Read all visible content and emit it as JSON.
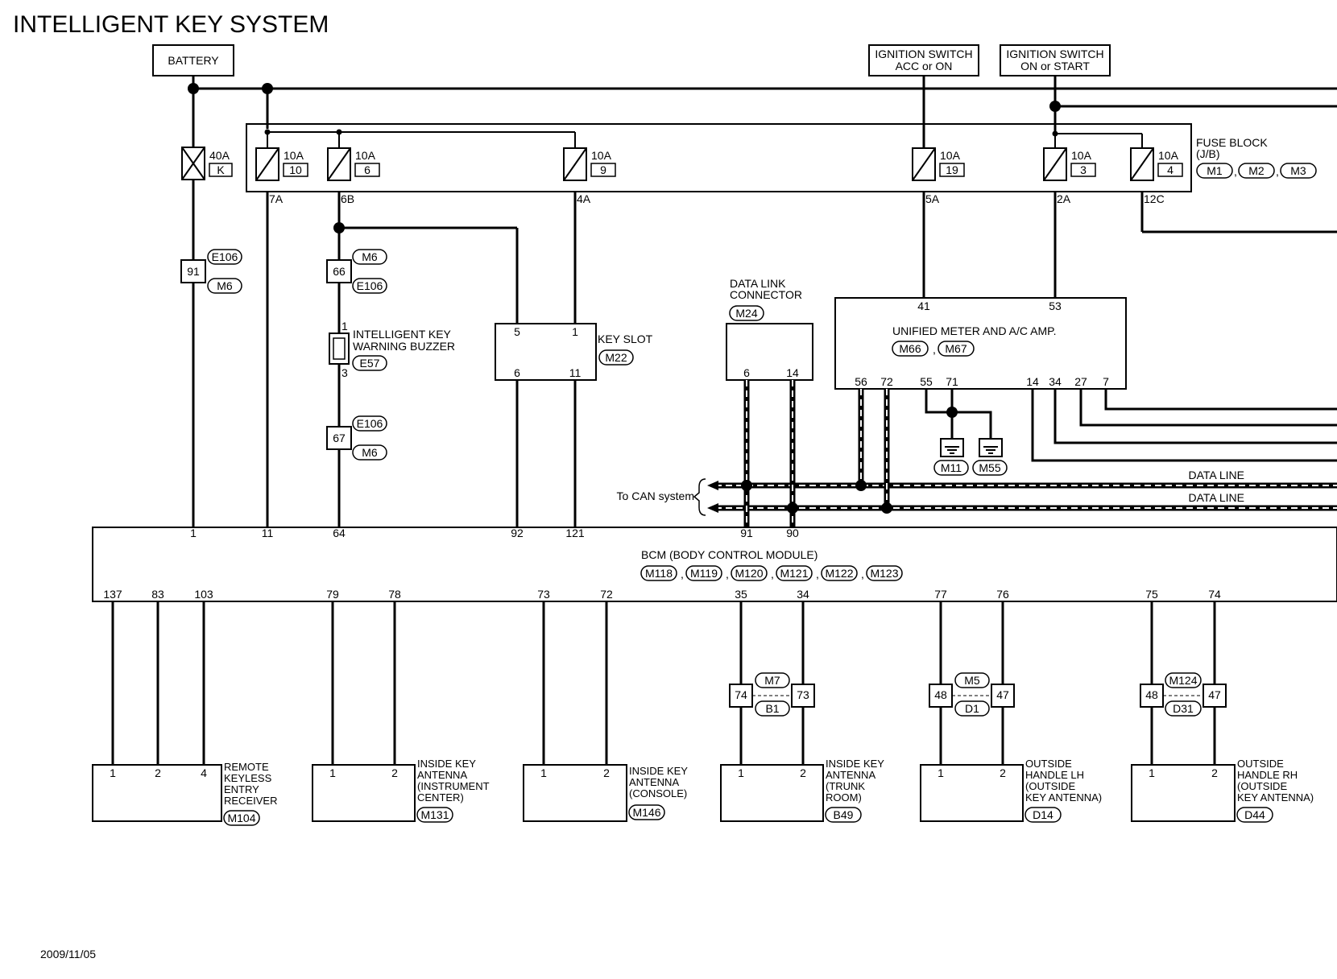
{
  "title": "INTELLIGENT KEY SYSTEM",
  "date": "2009/11/05",
  "sources": {
    "battery": "BATTERY",
    "ign_acc": [
      "IGNITION SWITCH",
      "ACC or ON"
    ],
    "ign_on": [
      "IGNITION SWITCH",
      "ON or START"
    ]
  },
  "fuse_block": {
    "label": "FUSE BLOCK",
    "sub": "(J/B)",
    "connectors": [
      "M1",
      "M2",
      "M3"
    ]
  },
  "fuses": [
    {
      "rating": "10A",
      "num": "10",
      "out": "7A"
    },
    {
      "rating": "10A",
      "num": "6",
      "out": "6B"
    },
    {
      "rating": "10A",
      "num": "9",
      "out": "4A"
    },
    {
      "rating": "10A",
      "num": "19",
      "out": "5A"
    },
    {
      "rating": "10A",
      "num": "3",
      "out": "2A"
    },
    {
      "rating": "10A",
      "num": "4",
      "out": "12C"
    }
  ],
  "fusible_link": {
    "rating": "40A",
    "id": "K"
  },
  "splices": {
    "c91": {
      "pin": "91",
      "top": "E106",
      "bottom": "M6"
    },
    "c66": {
      "pin": "66",
      "top": "M6",
      "bottom": "E106"
    },
    "c67": {
      "pin": "67",
      "top": "E106",
      "bottom": "M6"
    }
  },
  "buzzer": {
    "name": [
      "INTELLIGENT KEY",
      "WARNING BUZZER"
    ],
    "conn": "E57",
    "pin1": "1",
    "pin2": "3"
  },
  "key_slot": {
    "name": "KEY SLOT",
    "conn": "M22",
    "pins": [
      "5",
      "1",
      "6",
      "11"
    ]
  },
  "dlc": {
    "name": [
      "DATA LINK",
      "CONNECTOR"
    ],
    "conn": "M24",
    "pins": [
      "6",
      "14"
    ]
  },
  "meter": {
    "name": "UNIFIED METER AND A/C AMP.",
    "conns": [
      "M66",
      "M67"
    ],
    "top_pins": [
      "41",
      "53"
    ],
    "bottom_pins": [
      "56",
      "72",
      "55",
      "71",
      "14",
      "34",
      "27",
      "7"
    ]
  },
  "grounds": [
    "M11",
    "M55"
  ],
  "can": {
    "label": "To CAN system",
    "line1": "DATA LINE",
    "line2": "DATA LINE"
  },
  "bcm": {
    "name": "BCM (BODY CONTROL MODULE)",
    "conns": [
      "M118",
      "M119",
      "M120",
      "M121",
      "M122",
      "M123"
    ],
    "top_pins": [
      "1",
      "11",
      "64",
      "92",
      "121",
      "91",
      "90"
    ],
    "bottom_pins": [
      "137",
      "83",
      "103",
      "79",
      "78",
      "73",
      "72",
      "35",
      "34",
      "77",
      "76",
      "75",
      "74"
    ]
  },
  "inline": [
    {
      "left": "74",
      "right": "73",
      "top": "M7",
      "bottom": "B1"
    },
    {
      "left": "48",
      "right": "47",
      "top": "M5",
      "bottom": "D1"
    },
    {
      "left": "48",
      "right": "47",
      "top": "M124",
      "bottom": "D31"
    }
  ],
  "components": [
    {
      "lines": [
        "REMOTE",
        "KEYLESS",
        "ENTRY",
        "RECEIVER"
      ],
      "conn": "M104",
      "pins": [
        "1",
        "2",
        "4"
      ]
    },
    {
      "lines": [
        "INSIDE KEY",
        "ANTENNA",
        "(INSTRUMENT",
        "CENTER)"
      ],
      "conn": "M131",
      "pins": [
        "1",
        "2"
      ]
    },
    {
      "lines": [
        "INSIDE KEY",
        "ANTENNA",
        "(CONSOLE)"
      ],
      "conn": "M146",
      "pins": [
        "1",
        "2"
      ]
    },
    {
      "lines": [
        "INSIDE KEY",
        "ANTENNA",
        "(TRUNK",
        "ROOM)"
      ],
      "conn": "B49",
      "pins": [
        "1",
        "2"
      ]
    },
    {
      "lines": [
        "OUTSIDE",
        "HANDLE LH",
        "(OUTSIDE",
        "KEY ANTENNA)"
      ],
      "conn": "D14",
      "pins": [
        "1",
        "2"
      ]
    },
    {
      "lines": [
        "OUTSIDE",
        "HANDLE RH",
        "(OUTSIDE",
        "KEY ANTENNA)"
      ],
      "conn": "D44",
      "pins": [
        "1",
        "2"
      ]
    }
  ]
}
